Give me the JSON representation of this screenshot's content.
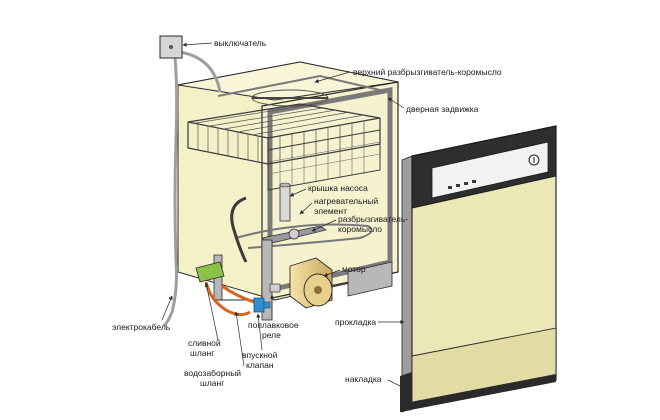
{
  "labels": {
    "switch": "выключатель",
    "upper_spray_arm": "верхний разбрызгиватель-коромысло",
    "door_latch": "дверная задвижка",
    "pump_cover": "крышка насоса",
    "heating_element_1": "нагревательный",
    "heating_element_2": "элемент",
    "spray_arm_1": "разбрызгиватель-",
    "spray_arm_2": "коромысло",
    "motor": "мотор",
    "power_cable": "электрокабель",
    "gasket": "прокладка",
    "float_relay_1": "поплавковое",
    "float_relay_2": "реле",
    "drain_hose_1": "сливной",
    "drain_hose_2": "шланг",
    "inlet_valve_1": "впускной",
    "inlet_valve_2": "клапан",
    "water_hose_1": "водозаборный",
    "water_hose_2": "шланг",
    "trim_panel": "накладка"
  },
  "colors": {
    "tub_fill": "#f4f0c8",
    "door_fill": "#ece7b6",
    "control_panel": "#2e2e2e",
    "metal": "#b8b8b8",
    "line": "#2a2a2a",
    "hose_green": "#8bc34a",
    "hose_orange": "#d9641e",
    "valve_blue": "#2f8fd0",
    "motor_tan": "#e7cf8c"
  },
  "icons": {
    "switch_box": "junction-box-icon",
    "door_knob": "door-knob-icon"
  }
}
